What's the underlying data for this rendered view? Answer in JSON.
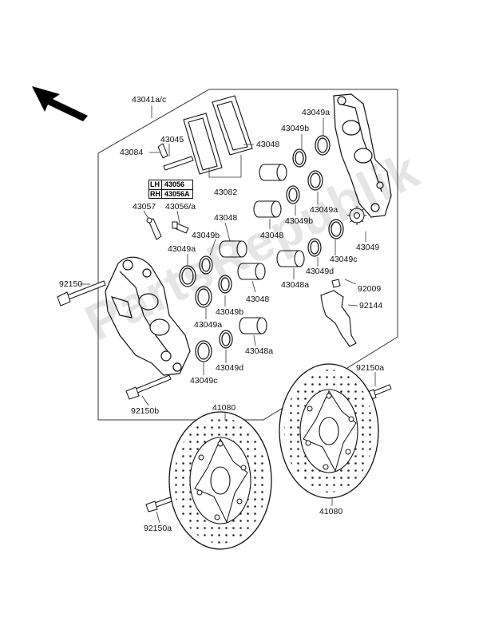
{
  "watermark": "PartsRepublik",
  "labels": {
    "l43041": "43041a/c",
    "l43045": "43045",
    "l43084": "43084",
    "l43048_top": "43048",
    "l43082": "43082",
    "l43049a_top": "43049a",
    "l43049b_top": "43049b",
    "l43049a_mid": "43049a",
    "l43049b_mid": "43049b",
    "l43048_mid": "43048",
    "l43049_r": "43049",
    "l43049c_r": "43049c",
    "l43049d_r": "43049d",
    "l43048a_r": "43048a",
    "l92009": "92009",
    "l92144": "92144",
    "l43057": "43057",
    "l43056a": "43056/a",
    "l43048_left": "43048",
    "l43049b_left": "43049b",
    "l43049a_left": "43049a",
    "l92150": "92150",
    "l43048_c": "43048",
    "l43049b_c": "43049b",
    "l43049a_c": "43049a",
    "l43048a_c": "43048a",
    "l43049d_c": "43049d",
    "l43049c_c": "43049c",
    "l92150b": "92150b",
    "l92150a_r": "92150a",
    "l41080_l": "41080",
    "l41080_r": "41080",
    "l92150a_l": "92150a"
  },
  "side_table": {
    "lh_key": "LH",
    "lh_val": "43056",
    "rh_key": "RH",
    "rh_val": "43056A"
  }
}
